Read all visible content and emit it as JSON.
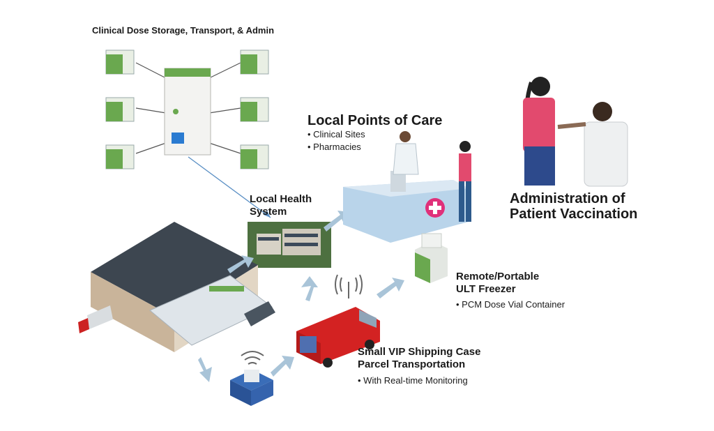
{
  "storage": {
    "title": "Clinical Dose Storage, Transport, & Admin"
  },
  "points_of_care": {
    "title": "Local Points of Care",
    "bullets": [
      "Clinical Sites",
      "Pharmacies"
    ]
  },
  "health_system": {
    "title_line1": "Local Health",
    "title_line2": "System"
  },
  "administration": {
    "title_line1": "Administration of",
    "title_line2": "Patient Vaccination"
  },
  "remote_freezer": {
    "title_line1": "Remote/Portable",
    "title_line2": "ULT Freezer",
    "bullets": [
      "PCM Dose Vial Container"
    ]
  },
  "shipping": {
    "title_line1": "Small VIP Shipping Case",
    "title_line2": "Parcel Transportation",
    "bullets": [
      "With Real-time Monitoring"
    ]
  },
  "colors": {
    "accent_green": "#6aa84f",
    "arrow_blue": "#8fb3cc",
    "van_red": "#d32222",
    "counter_blue": "#b9d4ea",
    "cross_pink": "#e0307a"
  }
}
